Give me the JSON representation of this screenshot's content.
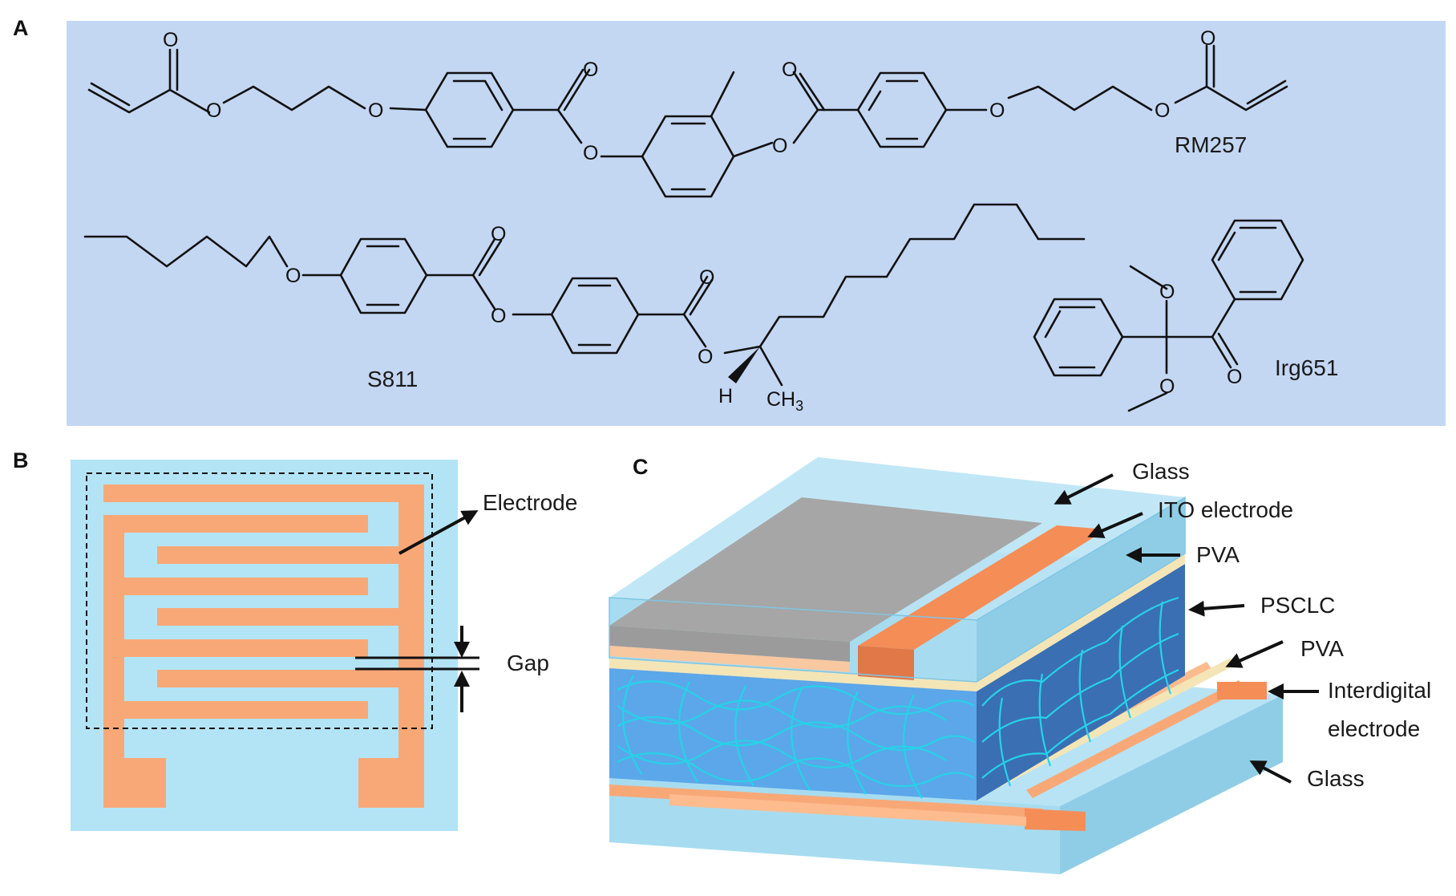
{
  "panels": {
    "a": "A",
    "b": "B",
    "c": "C"
  },
  "molecules": {
    "rm257": "RM257",
    "s811": "S811",
    "irg651": "Irg651"
  },
  "atoms": {
    "oxygen": "O",
    "hydrogen": "H",
    "methyl": "CH",
    "methyl_sub": "3"
  },
  "panel_b": {
    "electrode": "Electrode",
    "gap": "Gap"
  },
  "panel_c": {
    "glass_top": "Glass",
    "ito": "ITO electrode",
    "pva_top": "PVA",
    "psclc": "PSCLC",
    "pva_bottom": "PVA",
    "interdigital_1": "Interdigital",
    "interdigital_2": "electrode",
    "glass_bottom": "Glass"
  },
  "colors": {
    "panel_a_bg": "#c3d7f3",
    "substrate": "#b3e4f5",
    "electrode": "#f8a877",
    "ito": "#f58d57",
    "pva": "#f4e5b7",
    "psclc_front": "#5ba7ea",
    "psclc_side": "#3a6fb3",
    "mesh": "#27d2e8"
  }
}
